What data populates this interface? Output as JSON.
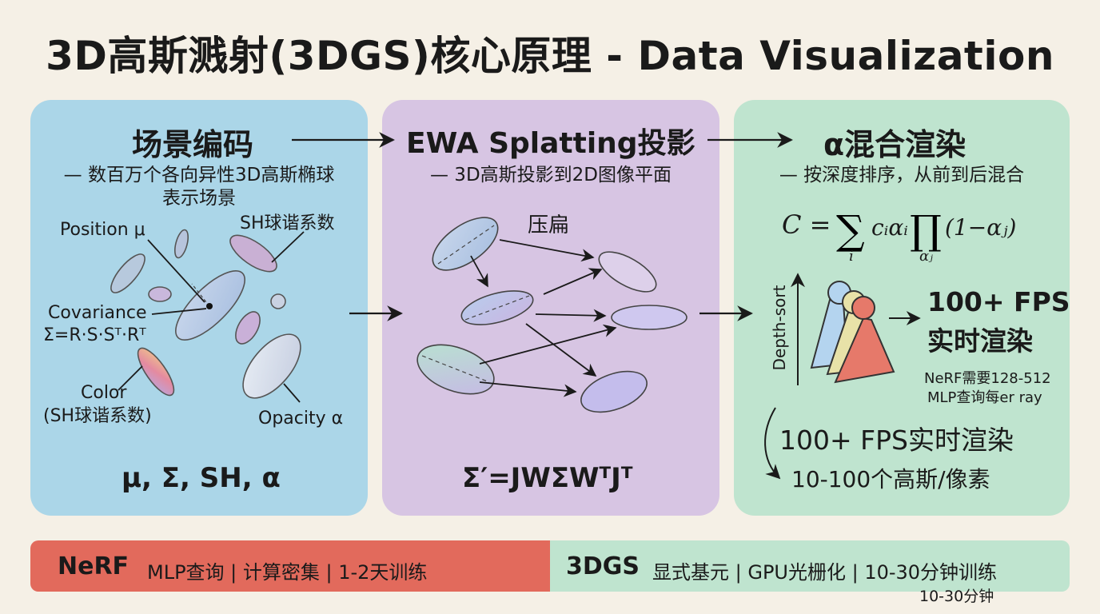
{
  "title": "3D高斯溅射(3DGS)核心原理 - Data Visualization",
  "panel1": {
    "heading": "场景编码",
    "subtitle_line1": "— 数百万个各向异性3D高斯椭球",
    "subtitle_line2": "表示场景",
    "label_position": "Position μ",
    "label_sh": "SH球谐系数",
    "label_covariance": "Covariance",
    "label_covariance_formula": "Σ=R·S·Sᵀ·Rᵀ",
    "label_color": "Color",
    "label_color_sub": "(SH球谐系数)",
    "label_opacity": "Opacity α",
    "params": "μ, Σ, SH, α"
  },
  "panel2": {
    "heading": "EWA Splatting投影",
    "subtitle": "— 3D高斯投影到2D图像平面",
    "label_flatten": "压扁",
    "formula": "Σ′=JWΣWᵀJᵀ"
  },
  "panel3": {
    "heading": "α混合渲染",
    "subtitle": "— 按深度排序，从前到后混合",
    "formula_lhs": "C = ",
    "formula_sum_body": "cᵢαᵢ",
    "formula_sum_index": "i",
    "formula_prod_body": "(1−αⱼ)",
    "formula_prod_index": "αⱼ",
    "depth_sort": "Depth-sort",
    "fps_line1": "100+ FPS",
    "fps_line2": "实时渲染",
    "nerf_note_line1": "NeRF需要128-512",
    "nerf_note_line2": "MLP查询每er ray",
    "fps_big": "100+ FPS实时渲染",
    "gaussians_per_pixel": "10-100个高斯/像素"
  },
  "bottom": {
    "nerf_label": "NeRF",
    "nerf_desc": "MLP查询 | 计算密集 | 1-2天训练",
    "gs_label": "3DGS",
    "gs_desc": "显式基元 | GPU光栅化 | 10-30分钟训练",
    "gs_note": "10-30分钟"
  },
  "colors": {
    "panel1_bg": "#abd6e8",
    "panel2_bg": "#d7c5e3",
    "panel3_bg": "#bfe4cf",
    "nerf_bar": "#e26a5c",
    "gs_bar": "#bfe4cf",
    "background": "#f5f0e6"
  }
}
